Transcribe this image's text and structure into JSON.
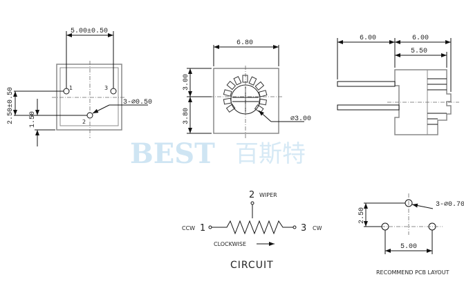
{
  "watermark": {
    "latin": "BEST",
    "chinese": "百斯特"
  },
  "front_view": {
    "width_dim": "5.00±0.50",
    "height_dim": "2.50±0.50",
    "offset_dim": "1.50",
    "pin_note": "3-⌀0.50",
    "pins": [
      "1",
      "2",
      "3"
    ]
  },
  "top_view": {
    "width_dim": "6.80",
    "upper_dim": "3.00",
    "lower_dim": "3.80",
    "hole_note": "⌀3.00"
  },
  "side_view": {
    "pin_length_dim": "6.00",
    "body_depth_dim": "6.00",
    "body_inner_dim": "5.50"
  },
  "circuit": {
    "wiper_num": "2",
    "wiper_label": "WIPER",
    "ccw_label": "CCW",
    "ccw_num": "1",
    "cw_num": "3",
    "cw_label": "CW",
    "direction_label": "CLOCKWISE",
    "title": "CIRCUIT"
  },
  "pcb_layout": {
    "hole_note": "3-⌀0.70",
    "vertical_dim": "2.50",
    "horizontal_dim": "5.00",
    "title": "RECOMMEND PCB LAYOUT"
  }
}
